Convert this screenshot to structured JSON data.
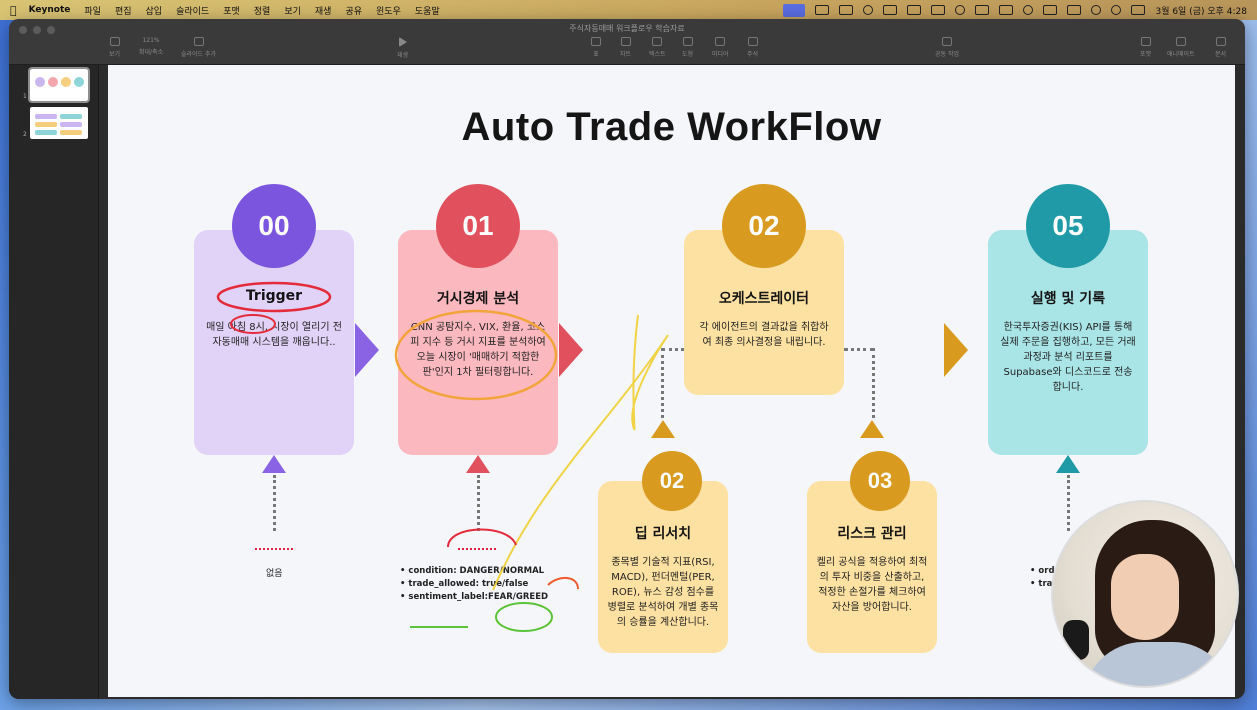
{
  "menubar": {
    "app": "Keynote",
    "items": [
      "파일",
      "편집",
      "삽입",
      "슬라이드",
      "포맷",
      "정렬",
      "보기",
      "재생",
      "공유",
      "윈도우",
      "도움말"
    ],
    "clock": "3월 6일 (금) 오후 4:28"
  },
  "window": {
    "doc_title": "주식자동매매 워크플로우 학습자료",
    "zoom": "121%",
    "toolbar": [
      "보기",
      "확대/축소",
      "슬라이드 추가",
      "재생",
      "표",
      "차트",
      "텍스트",
      "도형",
      "미디어",
      "주석",
      "공동 작업",
      "포맷",
      "애니메이트",
      "문서"
    ]
  },
  "navigator": {
    "slides": [
      "1",
      "2"
    ]
  },
  "slide": {
    "title": "Auto Trade WorkFlow",
    "steps": [
      {
        "num": "00",
        "head": "Trigger",
        "body": "매일 아침 8시, 시장이 열리기 전 자동매매 시스템을 깨웁니다..",
        "color": "#7b55de",
        "card": "#e1d3f7"
      },
      {
        "num": "01",
        "head": "거시경제 분석",
        "body": "CNN 공탐지수, VIX, 환율, 코스피 지수 등 거시 지표를 분석하여 오늘 시장이 '매매하기 적합한 판'인지 1차 필터링합니다.",
        "color": "#e0505d",
        "card": "#fbb8bf"
      },
      {
        "num": "02",
        "head": "오케스트레이터",
        "body": "각 에이전트의 결과값을 취합하여 최종 의사결정을 내립니다.",
        "color": "#d89a1f",
        "card": "#fde1a2"
      },
      {
        "num": "05",
        "head": "실행 및 기록",
        "body": "한국투자증권(KIS) API를 통해 실제 주문을 집행하고, 모든 거래 과정과 분석 리포트를 Supabase와 디스코드로 전송합니다.",
        "color": "#1f9aa6",
        "card": "#a9e4e6"
      },
      {
        "num": "02",
        "head": "딥 리서치",
        "body": "종목별 기술적 지표(RSI, MACD), 펀더멘털(PER, ROE), 뉴스 감성 점수를 병렬로 분석하여 개별 종목의 승률을 계산합니다.",
        "color": "#d89a1f",
        "card": "#fde1a2"
      },
      {
        "num": "03",
        "head": "리스크 관리",
        "body": "켈리 공식을 적용하여 최적의 투자 비중을 산출하고, 적정한 손절가를 체크하여 자산을 방어합니다.",
        "color": "#d89a1f",
        "card": "#fde1a2"
      }
    ],
    "outputs": {
      "trigger": "없음",
      "macro": [
        "condition: DANGER/NORMAL",
        "trade_allowed: true/false",
        "sentiment_label:FEAR/GREED"
      ],
      "exec": [
        "orde",
        "trad"
      ]
    }
  }
}
